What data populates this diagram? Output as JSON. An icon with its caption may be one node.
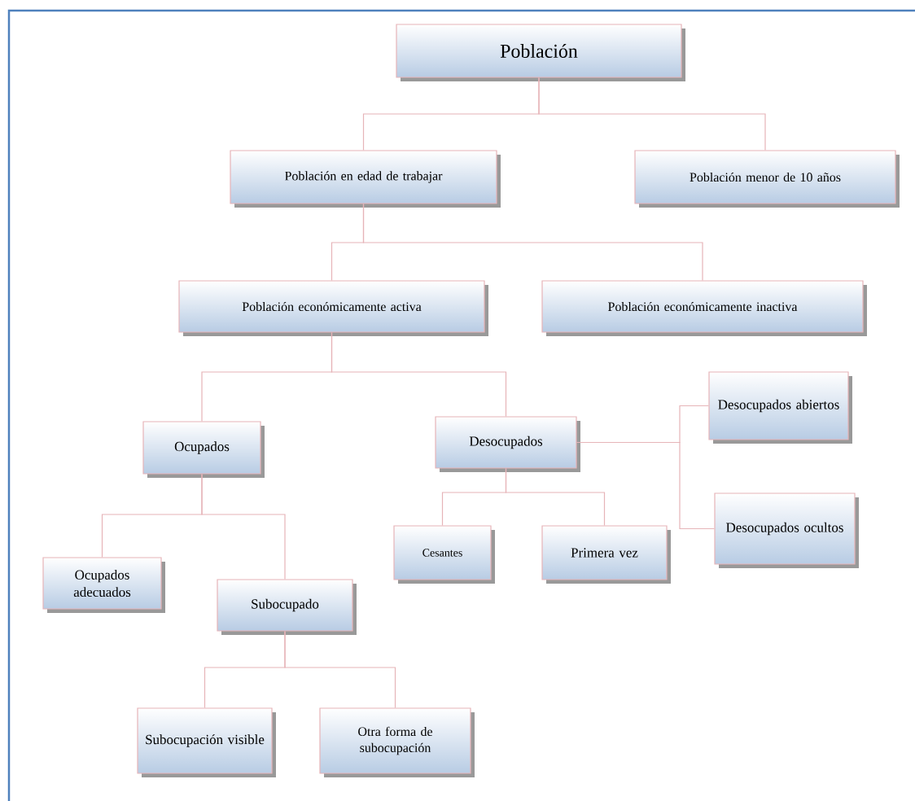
{
  "diagram": {
    "nodes": [
      {
        "text": [
          "Población"
        ]
      },
      {
        "text": [
          "Población en edad de trabajar"
        ]
      },
      {
        "text": [
          "Población menor de 10 años"
        ]
      },
      {
        "text": [
          "Población económicamente activa"
        ]
      },
      {
        "text": [
          "Población económicamente inactiva"
        ]
      },
      {
        "text": [
          "Ocupados"
        ]
      },
      {
        "text": [
          "Desocupados"
        ]
      },
      {
        "text": [
          "Desocupados abiertos"
        ]
      },
      {
        "text": [
          "Desocupados ocultos"
        ]
      },
      {
        "text": [
          "Ocupados adecuados"
        ]
      },
      {
        "text": [
          "Subocupado"
        ]
      },
      {
        "text": [
          "Cesantes"
        ]
      },
      {
        "text": [
          "Primera vez"
        ]
      },
      {
        "text": [
          "Subocupación visible"
        ]
      },
      {
        "text": [
          "Otra forma de subocupación"
        ]
      }
    ],
    "edges": [
      {
        "from": 0,
        "to": 1,
        "arrow": "none"
      },
      {
        "from": 0,
        "to": 2,
        "arrow": "none"
      },
      {
        "from": 1,
        "to": 3,
        "arrow": "none"
      },
      {
        "from": 1,
        "to": 4,
        "arrow": "none"
      },
      {
        "from": 3,
        "to": 5,
        "arrow": "none"
      },
      {
        "from": 3,
        "to": 6,
        "arrow": "none"
      },
      {
        "from": 6,
        "to": 7,
        "arrow": "none"
      },
      {
        "from": 6,
        "to": 8,
        "arrow": "none"
      },
      {
        "from": 6,
        "to": 11,
        "arrow": "none"
      },
      {
        "from": 6,
        "to": 12,
        "arrow": "none"
      },
      {
        "from": 5,
        "to": 9,
        "arrow": "none"
      },
      {
        "from": 5,
        "to": 10,
        "arrow": "none"
      },
      {
        "from": 10,
        "to": 13,
        "arrow": "none"
      },
      {
        "from": 10,
        "to": 14,
        "arrow": "none"
      }
    ]
  }
}
